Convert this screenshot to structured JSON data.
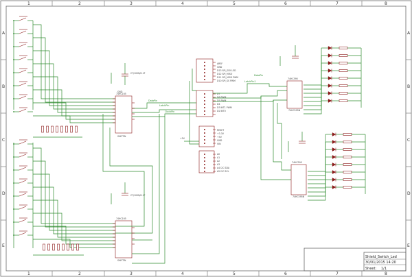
{
  "sheet": {
    "col_labels": [
      "1",
      "2",
      "3",
      "4",
      "5",
      "6",
      "7",
      "8"
    ],
    "row_labels": [
      "A",
      "B",
      "C",
      "D",
      "E"
    ]
  },
  "title_block": {
    "title": "Shield_Switch_Led",
    "date": "30/01/2015 14:20",
    "sheet_label": "Sheet:",
    "sheet_value": "1/1"
  },
  "net_labels": {
    "n1": "DataPin",
    "n2": "LatchPin",
    "n3": "ClockPin",
    "n4": "LatchPin1",
    "n5": "DataPin"
  },
  "supply_labels": {
    "vcc": "+5V",
    "gnd": "GND"
  }
}
